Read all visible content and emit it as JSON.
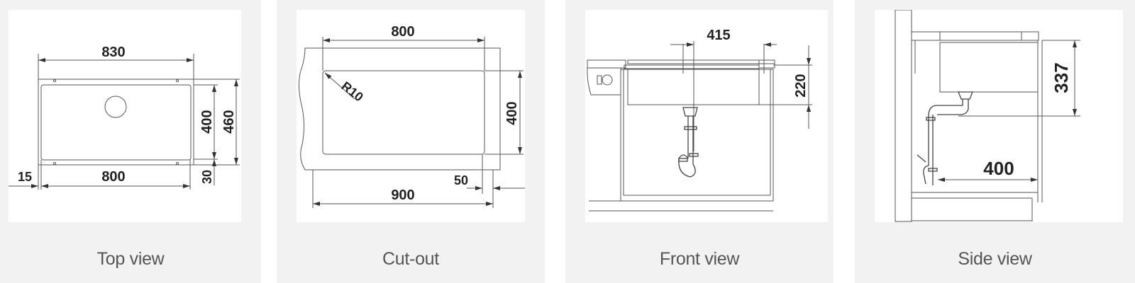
{
  "panels": [
    {
      "caption": "Top view",
      "dims": {
        "width_outer": "830",
        "width_inner": "800",
        "depth_inner": "400",
        "depth_outer": "460",
        "rim_bottom": "30",
        "rim_side": "15"
      }
    },
    {
      "caption": "Cut-out",
      "dims": {
        "width_top": "800",
        "radius": "R10",
        "depth": "400",
        "width_bottom": "900",
        "offset": "50"
      }
    },
    {
      "caption": "Front view",
      "dims": {
        "drain_offset": "415",
        "bowl_depth": "220"
      }
    },
    {
      "caption": "Side view",
      "dims": {
        "height": "337",
        "drain_distance": "400"
      }
    }
  ],
  "colors": {
    "panel_bg": "#f2f2f2",
    "sheet_bg": "#ffffff",
    "line": "#555555",
    "text": "#222222",
    "caption": "#555555"
  }
}
